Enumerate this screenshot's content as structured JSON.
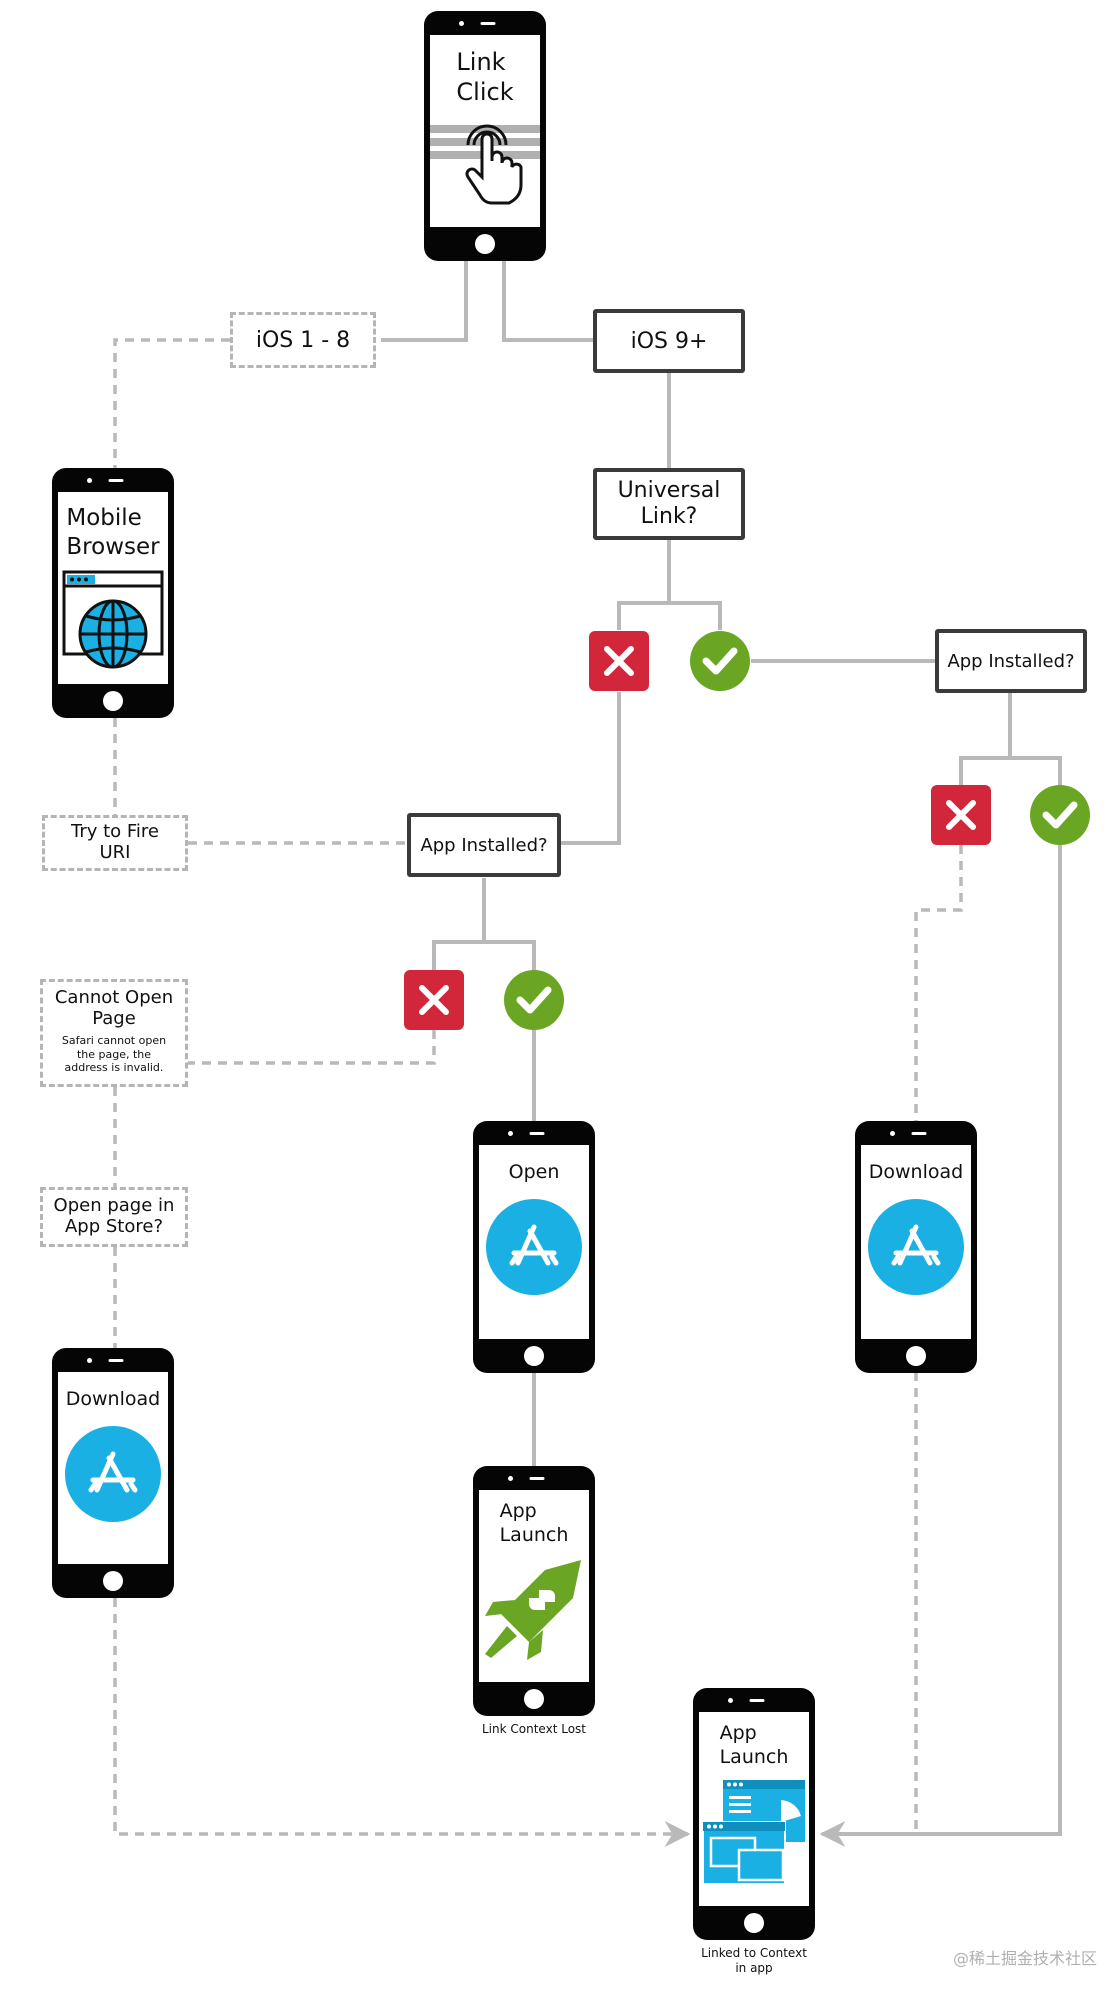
{
  "nodes": {
    "ios_old": "iOS 1 - 8",
    "ios_new": "iOS 9+",
    "universal_link": "Universal\nLink?",
    "app_installed_right": "App Installed?",
    "app_installed_center": "App Installed?",
    "try_fire_uri": "Try to Fire\nURI",
    "cannot_open_title": "Cannot Open\nPage",
    "cannot_open_detail": "Safari cannot open\nthe page, the\naddress is invalid.",
    "open_app_store": "Open page in\nApp Store?"
  },
  "phones": {
    "link_click": "Link\nClick",
    "mobile_browser": "Mobile\nBrowser",
    "open": "Open",
    "download_right": "Download",
    "download_left": "Download",
    "app_launch_center": "App\nLaunch",
    "app_launch_bottom": "App\nLaunch"
  },
  "captions": {
    "link_context_lost": "Link Context Lost",
    "linked_to_context": "Linked to Context\nin app"
  },
  "watermark": "@稀土掘金技术社区",
  "colors": {
    "solid_line": "#b9b9b9",
    "dashed_line": "#b9b9b9",
    "yes_green": "#6aa523",
    "no_red": "#d2263a",
    "app_blue": "#1ab0e4",
    "rocket_green": "#6aa523"
  },
  "icons": [
    "tap-hand-icon",
    "browser-globe-icon",
    "app-store-icon",
    "rocket-icon",
    "app-windows-icon",
    "checkmark-icon",
    "x-icon",
    "arrow-head-icon"
  ]
}
